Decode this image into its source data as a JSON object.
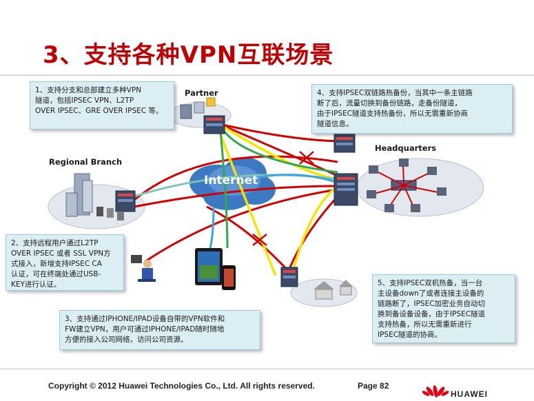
{
  "title": "3、支持各种VPN互联场景",
  "sites": {
    "partner": "Partner",
    "regional_branch": "Regional Branch",
    "headquarters": "Headquarters",
    "internet": "Internet"
  },
  "callouts": {
    "c1": [
      "1、支持分支和总部建立多种VPN",
      "隧道，包括IPSEC VPN、L2TP",
      "OVER IPSEC、GRE OVER IPSEC 等。"
    ],
    "c2": [
      "2、支持远程用户通过L2TP",
      "OVER IPSEC 或者 SSL VPN方",
      "式接入，新增支持IPSEC CA",
      "认证，可在终端处通过USB-",
      "KEY进行认证。"
    ],
    "c3": [
      "3、支持通过IPHONE/IPAD设备自带的VPN软件和",
      "FW建立VPN，用户可通过IPHONE/IPAD随时随地",
      "方便的接入公司网络，访问公司资源。"
    ],
    "c4": [
      "4、支持IPSEC双链路热备份，当其中一条主链路",
      "断了后，流量切换到备份链路，走备份隧道，",
      "由于IPSEC隧道支持热备份，所以无需重新协商",
      "隧道信息。"
    ],
    "c5": [
      "5、支持IPSEC双机热备，当一台",
      "主设备down了或者连接主设备的",
      "链路断了，IPSEC加密业务自动切",
      "换到备设备设备，由于IPSEC隧道",
      "支持热备，所以无需重新进行",
      "IPSEC隧道的协商。"
    ]
  },
  "footer": {
    "copyright": "Copyright © 2012 Huawei Technologies Co., Ltd. All rights reserved.",
    "page": "Page 82",
    "brand": "HUAWEI"
  },
  "colors": {
    "title": "#c00000",
    "tunnel_red": "#d40000",
    "tunnel_yellow": "#f2e600",
    "tunnel_green": "#2fa84f",
    "tunnel_blue": "#3aa6dd",
    "callout_bg": "#dbeef4"
  }
}
